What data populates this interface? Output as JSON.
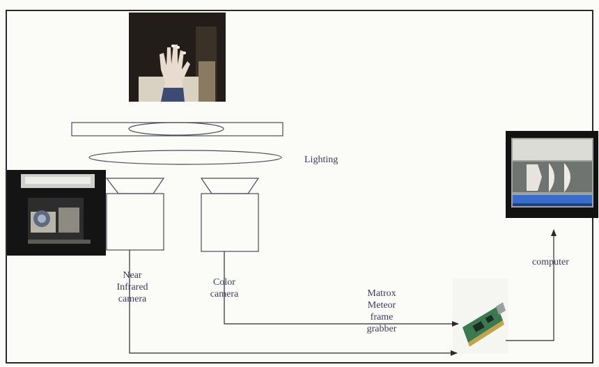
{
  "labels": {
    "lighting": "Lighting",
    "nir_line1": "Near",
    "nir_line2": "Infrared",
    "nir_line3": "camera",
    "color_line1": "Color",
    "color_line2": "camera",
    "grabber_line1": "Matrox",
    "grabber_line2": "Meteor",
    "grabber_line3": "frame",
    "grabber_line4": "grabber",
    "computer": "computer"
  },
  "icons": {
    "hand_photo": "hand-photo",
    "camera_photo": "camera-rig-photo",
    "grabber_photo": "frame-grabber-card-photo",
    "monitor_photo": "computer-monitor-photo"
  },
  "colors": {
    "line": "#2a2a2a",
    "label": "#3a3a5e",
    "background": "#fbfbf8"
  }
}
